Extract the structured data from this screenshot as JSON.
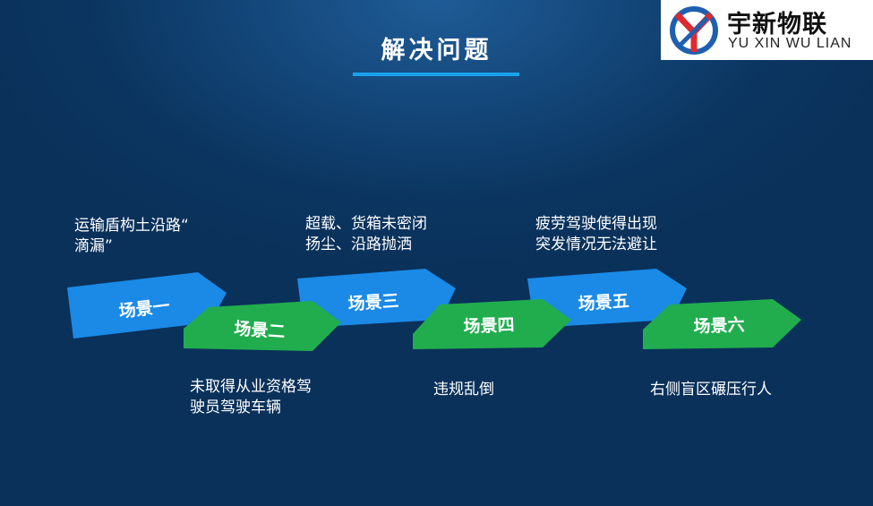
{
  "title": "解决问题",
  "logo": {
    "name_cn": "宇新物联",
    "name_en": "YU XIN WU LIAN",
    "colors": {
      "red": "#e0292f",
      "blue": "#1f5fb0"
    }
  },
  "colors": {
    "scene_blue": "#1a8ae6",
    "scene_green": "#21ad4e",
    "accent": "#1aa3ea"
  },
  "scenes": [
    {
      "label": "场景一",
      "color": "blue",
      "desc": "运输盾构土沿路“\n滴漏”"
    },
    {
      "label": "场景二",
      "color": "green",
      "desc": "未取得从业资格驾\n驶员驾驶车辆"
    },
    {
      "label": "场景三",
      "color": "blue",
      "desc": "超载、货箱未密闭\n扬尘、沿路抛洒"
    },
    {
      "label": "场景四",
      "color": "green",
      "desc": "违规乱倒"
    },
    {
      "label": "场景五",
      "color": "blue",
      "desc": "疲劳驾驶使得出现\n突发情况无法避让"
    },
    {
      "label": "场景六",
      "color": "green",
      "desc": "右侧盲区碾压行人"
    }
  ]
}
